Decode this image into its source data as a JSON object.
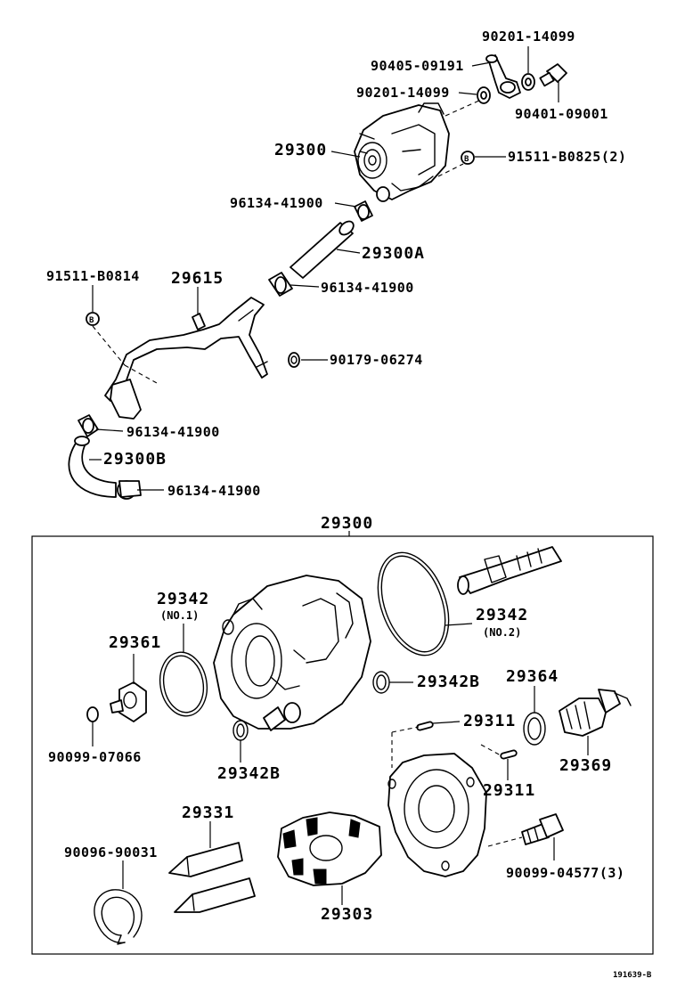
{
  "labels": {
    "p90201_top": "90201-14099",
    "p90405": "90405-09191",
    "p90201_mid": "90201-14099",
    "p90401": "90401-09001",
    "p29300_top": "29300",
    "p91511_b0825": "91511-B0825(2)",
    "p96134_a": "96134-41900",
    "p29300a": "29300A",
    "p91511_b0814": "91511-B0814",
    "p29615": "29615",
    "p96134_b": "96134-41900",
    "p90179": "90179-06274",
    "p96134_c": "96134-41900",
    "p29300b": "29300B",
    "p96134_d": "96134-41900",
    "p29300_box": "29300",
    "p29342_no1": "29342",
    "p29342_no1_sub": "(NO.1)",
    "p29342_no2": "29342",
    "p29342_no2_sub": "(NO.2)",
    "p29361": "29361",
    "p29342b_right": "29342B",
    "p29364": "29364",
    "p29311_a": "29311",
    "p90099_07066": "90099-07066",
    "p29342b_left": "29342B",
    "p29369": "29369",
    "p29311_b": "29311",
    "p29331": "29331",
    "p90096": "90096-90031",
    "p90099_04577": "90099-04577(3)",
    "p29303": "29303",
    "bolt_mark_b": "B",
    "bolt_mark_c": "B",
    "drawing_code": "191639-B"
  }
}
